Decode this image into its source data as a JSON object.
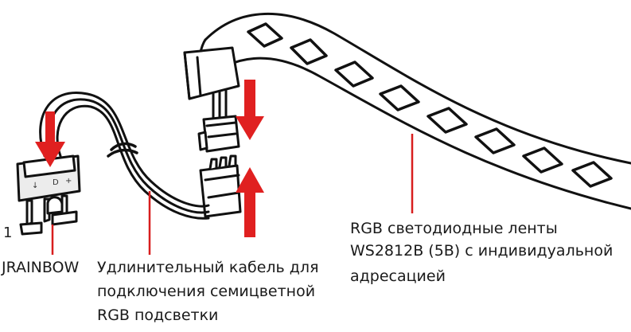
{
  "pin_marker": "1",
  "labels": {
    "header": "JRAINBOW",
    "extension_cable": [
      "Удлинительный кабель для",
      "подключения семицветной",
      "RGB подсветки"
    ],
    "led_strip": [
      "RGB светодиодные ленты",
      "WS2812B (5В) с индивидуальной",
      "адресацией"
    ]
  },
  "colors": {
    "arrow": "#e02020",
    "leader_line": "#d81e1e",
    "outline": "#111111",
    "fill": "#ffffff",
    "header_fill": "#ececec"
  }
}
